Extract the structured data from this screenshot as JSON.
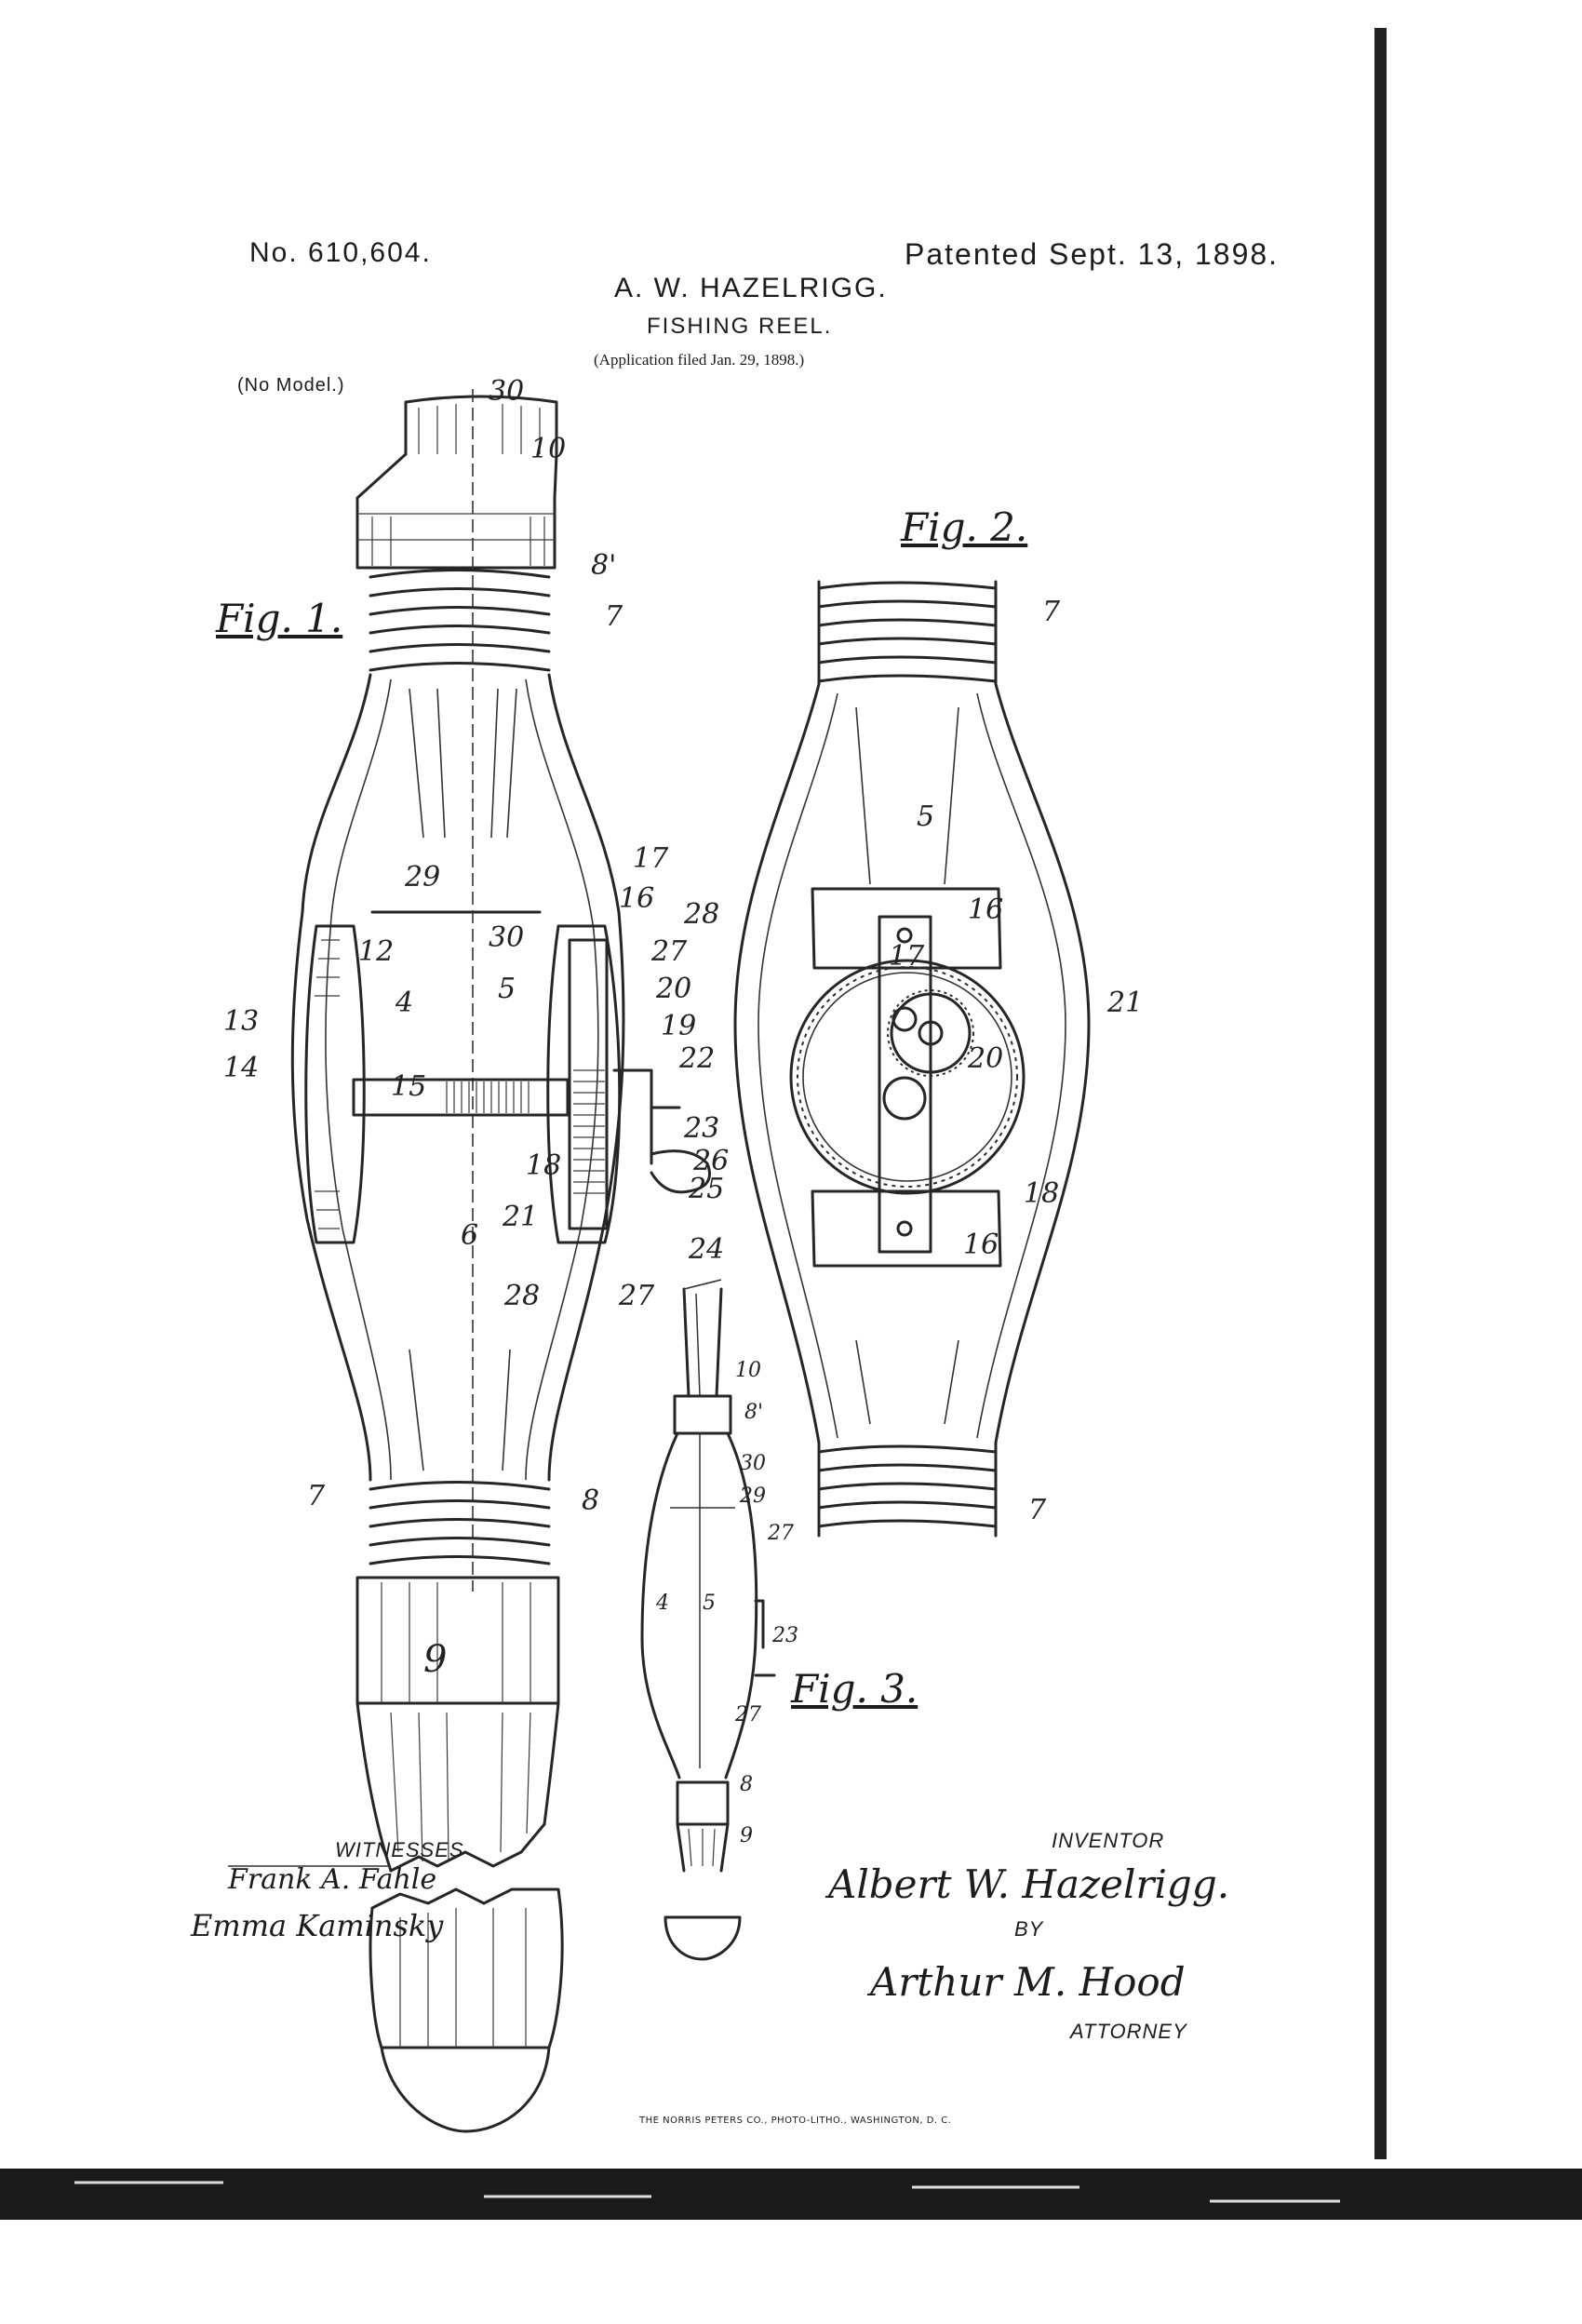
{
  "header": {
    "patent_number": "No. 610,604.",
    "patented_date": "Patented Sept. 13, 1898.",
    "inventor_name": "A. W. HAZELRIGG.",
    "title": "FISHING REEL.",
    "application": "(Application filed Jan. 29, 1898.)",
    "model": "(No Model.)"
  },
  "figures": {
    "fig1": "Fig. 1.",
    "fig2": "Fig. 2.",
    "fig3": "Fig. 3."
  },
  "fig1_refs": [
    "30",
    "10",
    "8'",
    "7",
    "29",
    "17",
    "16",
    "28",
    "27",
    "20",
    "19",
    "22",
    "30",
    "12",
    "4",
    "5",
    "13",
    "14",
    "15",
    "18",
    "21",
    "23",
    "26",
    "25",
    "24",
    "6",
    "28",
    "27",
    "7",
    "8",
    "9"
  ],
  "fig2_refs": [
    "7",
    "5",
    "16",
    "17",
    "21",
    "20",
    "18",
    "16",
    "7"
  ],
  "fig3_refs": [
    "10",
    "8'",
    "30",
    "29",
    "27",
    "4",
    "5",
    "23",
    "27",
    "8",
    "9"
  ],
  "signatures": {
    "witnesses_label": "WITNESSES",
    "witness_1": "Frank A. Fahle",
    "witness_2": "Emma Kaminsky",
    "inventor_label": "INVENTOR",
    "inventor_signature": "Albert W. Hazelrigg.",
    "by_label": "BY",
    "attorney_signature": "Arthur M. Hood",
    "attorney_label": "ATTORNEY"
  },
  "footer": {
    "imprint": "THE NORRIS PETERS CO., PHOTO-LITHO., WASHINGTON, D. C."
  }
}
